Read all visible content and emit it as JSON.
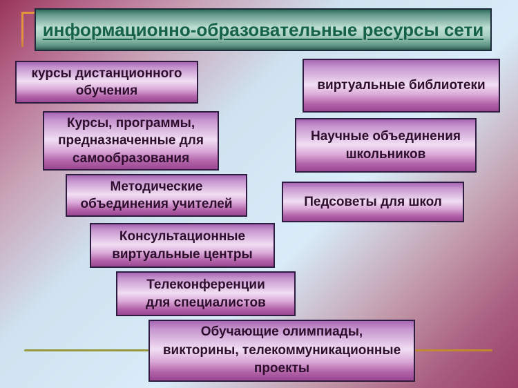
{
  "slide": {
    "title": "информационно-образовательные ресурсы сети",
    "boxes": [
      {
        "name": "distance-learning-courses",
        "text": "курсы дистанционного\nобучения"
      },
      {
        "name": "virtual-libraries",
        "text": "виртуальные библиотеки"
      },
      {
        "name": "self-education-courses",
        "text": "Курсы, программы,\nпредназначенные для\nсамообразования"
      },
      {
        "name": "school-science-societies",
        "text": "Научные объединения\nшкольников"
      },
      {
        "name": "teacher-method-associations",
        "text": "Методические\nобъединения учителей"
      },
      {
        "name": "school-pedagogical-councils",
        "text": "Педсоветы для школ"
      },
      {
        "name": "virtual-consulting-centers",
        "text": "Консультационные\nвиртуальные центры"
      },
      {
        "name": "specialist-teleconferences",
        "text": "Телеконференции\nдля специалистов"
      },
      {
        "name": "educational-olympiads-projects",
        "text": "Обучающие олимпиады,\nвикторины, телекоммуникационные\nпроекты"
      }
    ],
    "colors": {
      "title_text": "#156246",
      "title_border": "#1c2b3a",
      "box_text": "#2d0e2d",
      "box_border": "#2d1b40",
      "box_fill_light": "#f1def3",
      "box_fill_dark": "#9a4691",
      "background_pink": "#983659",
      "background_blue": "#d8edf9",
      "bracket_accent": "#e2943e",
      "line_left_accent": "#97973b",
      "line_right_accent": "#c28a2e"
    }
  }
}
